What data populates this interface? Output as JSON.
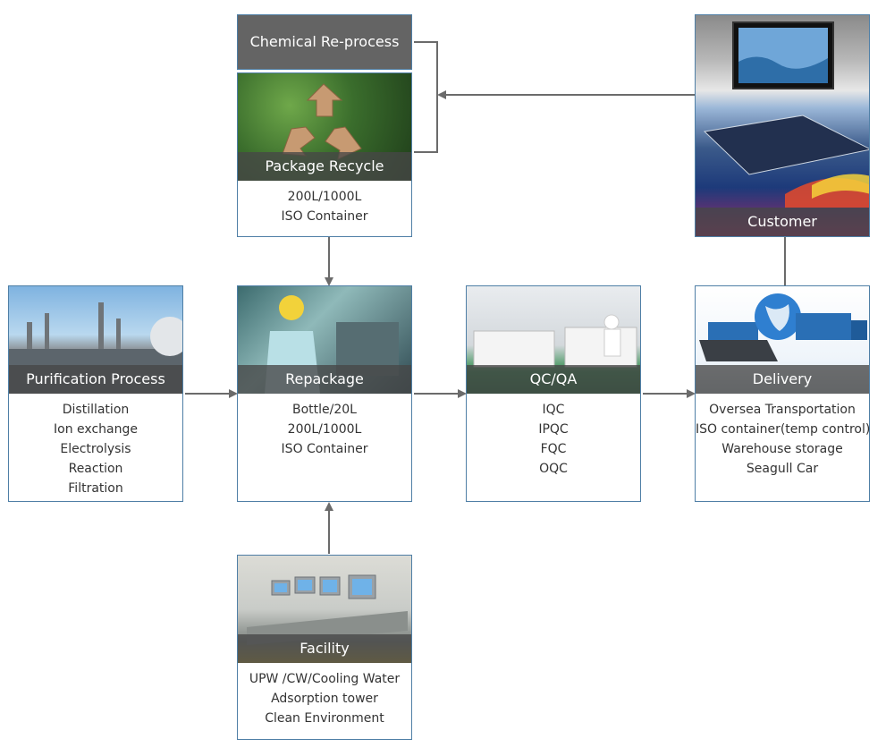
{
  "nodes": {
    "purification": {
      "title": "Purification Process",
      "items": [
        "Distillation",
        "Ion exchange",
        "Electrolysis",
        "Reaction",
        "Filtration"
      ]
    },
    "repackage": {
      "title": "Repackage",
      "items": [
        "Bottle/20L",
        "200L/1000L",
        "ISO Container"
      ]
    },
    "qcqa": {
      "title": "QC/QA",
      "items": [
        "IQC",
        "IPQC",
        "FQC",
        "OQC"
      ]
    },
    "delivery": {
      "title": "Delivery",
      "items": [
        "Oversea Transportation",
        "ISO container(temp control)",
        "Warehouse storage",
        "Seagull Car"
      ]
    },
    "recycle": {
      "title": "Package Recycle",
      "items": [
        "200L/1000L",
        "ISO Container"
      ]
    },
    "reprocess": {
      "title": "Chemical Re-process"
    },
    "facility": {
      "title": "Facility",
      "items": [
        "UPW /CW/Cooling Water",
        "Adsorption tower",
        "Clean Environment"
      ]
    },
    "customer": {
      "title": "Customer"
    }
  },
  "colors": {
    "border": "#4f7fa6",
    "arrow": "#6b6b6b",
    "caption_bg": "#464646",
    "header_bg": "#646464"
  }
}
